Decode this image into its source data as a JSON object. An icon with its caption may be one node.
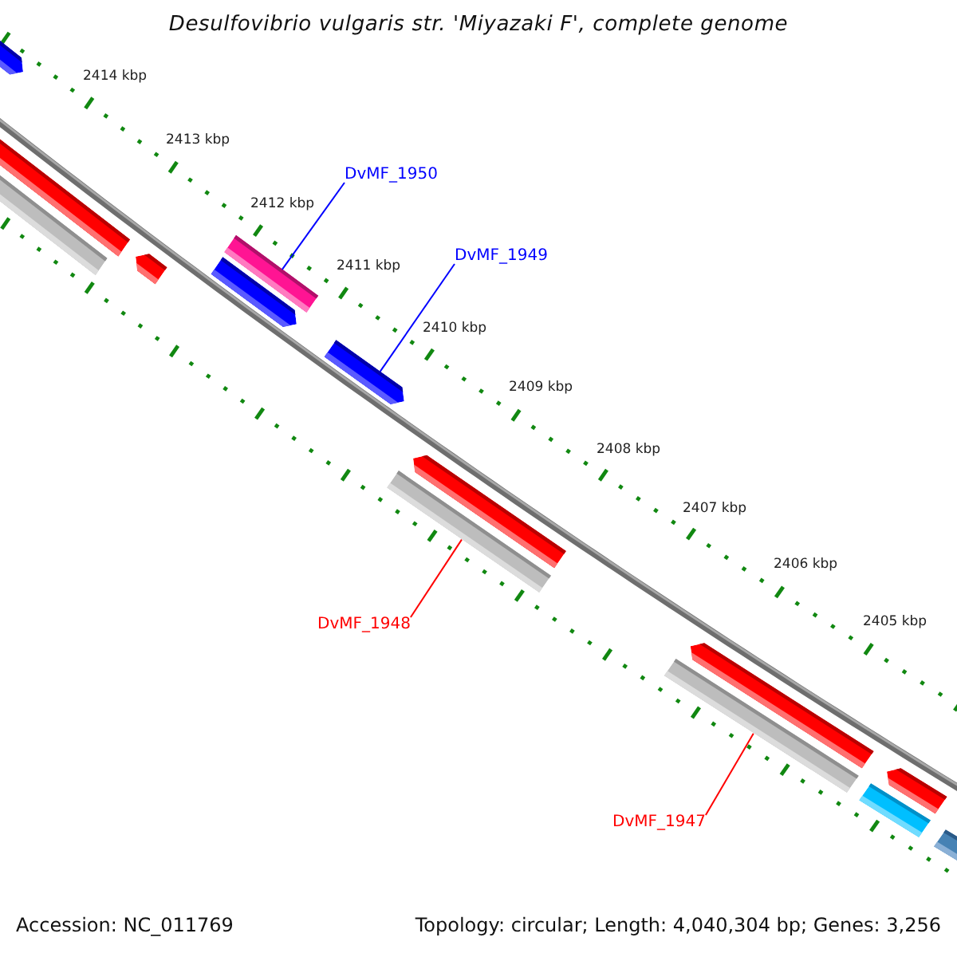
{
  "diagram": {
    "title": "Desulfovibrio vulgaris str. 'Miyazaki F', complete genome",
    "nodes": [
      {
        "text": [
          "DvMF_1950"
        ]
      },
      {
        "text": [
          "DvMF_1949"
        ]
      },
      {
        "text": [
          "DvMF_1948"
        ]
      },
      {
        "text": [
          "DvMF_1947"
        ]
      }
    ],
    "edges": [
      {
        "from": 0,
        "to": null,
        "arrow": "none",
        "color": "#0000ff"
      },
      {
        "from": 1,
        "to": null,
        "arrow": "none",
        "color": "#0000ff"
      },
      {
        "from": 2,
        "to": null,
        "arrow": "none",
        "color": "#ff0000"
      },
      {
        "from": 3,
        "to": null,
        "arrow": "none",
        "color": "#ff0000"
      }
    ],
    "labels": [
      "2414 kbp",
      "2413 kbp",
      "2412 kbp",
      "2411 kbp",
      "2410 kbp",
      "2409 kbp",
      "2408 kbp",
      "2407 kbp",
      "2406 kbp",
      "2405 kbp",
      "Accession: NC_011769",
      "Topology: circular; Length: 4,040,304 bp; Genes: 3,256"
    ]
  }
}
